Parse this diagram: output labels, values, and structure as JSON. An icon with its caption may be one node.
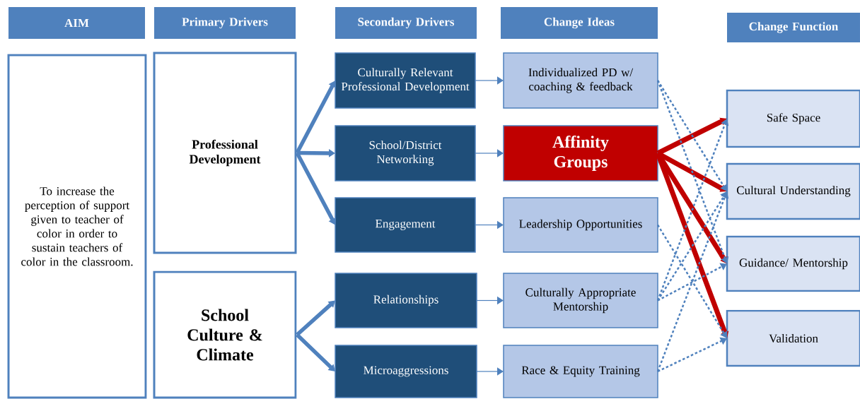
{
  "diagram": {
    "nodes": [
      {
        "text": [
          "AIM"
        ]
      },
      {
        "text": [
          "Primary Drivers"
        ]
      },
      {
        "text": [
          "Secondary Drivers"
        ]
      },
      {
        "text": [
          "Change Ideas"
        ]
      },
      {
        "text": [
          "Change Function"
        ]
      },
      {
        "text": [
          "To increase the perception of support given to teacher of color in order to sustain teachers of color in the classroom."
        ]
      },
      {
        "text": [
          "Professional Development"
        ]
      },
      {
        "text": [
          "School Culture & Climate"
        ]
      },
      {
        "text": [
          "Culturally Relevant Professional Development"
        ]
      },
      {
        "text": [
          "School/District Networking"
        ]
      },
      {
        "text": [
          "Engagement"
        ]
      },
      {
        "text": [
          "Relationships"
        ]
      },
      {
        "text": [
          "Microaggressions"
        ]
      },
      {
        "text": [
          "Individualized PD w/ coaching & feedback"
        ]
      },
      {
        "text": [
          "Affinity Groups"
        ]
      },
      {
        "text": [
          "Leadership Opportunities"
        ]
      },
      {
        "text": [
          "Culturally Appropriate Mentorship"
        ]
      },
      {
        "text": [
          "Race & Equity Training"
        ]
      },
      {
        "text": [
          "Safe Space"
        ]
      },
      {
        "text": [
          "Cultural Understanding"
        ]
      },
      {
        "text": [
          "Guidance/ Mentorship"
        ]
      },
      {
        "text": [
          "Validation"
        ]
      }
    ],
    "edges": [
      {
        "from": 6,
        "to": 8,
        "arrow": "to",
        "style": "thick"
      },
      {
        "from": 6,
        "to": 9,
        "arrow": "to",
        "style": "thick"
      },
      {
        "from": 6,
        "to": 10,
        "arrow": "to",
        "style": "thick"
      },
      {
        "from": 7,
        "to": 11,
        "arrow": "to",
        "style": "thick"
      },
      {
        "from": 7,
        "to": 12,
        "arrow": "to",
        "style": "thick"
      },
      {
        "from": 8,
        "to": 13,
        "arrow": "to"
      },
      {
        "from": 9,
        "to": 14,
        "arrow": "to"
      },
      {
        "from": 10,
        "to": 15,
        "arrow": "to"
      },
      {
        "from": 11,
        "to": 16,
        "arrow": "to"
      },
      {
        "from": 12,
        "to": 17,
        "arrow": "to"
      },
      {
        "from": 14,
        "to": 18,
        "arrow": "to",
        "style": "thick",
        "color": "#c00000"
      },
      {
        "from": 14,
        "to": 19,
        "arrow": "to",
        "style": "thick",
        "color": "#c00000"
      },
      {
        "from": 14,
        "to": 20,
        "arrow": "to",
        "style": "thick",
        "color": "#c00000"
      },
      {
        "from": 14,
        "to": 21,
        "arrow": "to",
        "style": "thick",
        "color": "#c00000"
      },
      {
        "from": 13,
        "to": 19,
        "arrow": "to",
        "style": "dashed"
      },
      {
        "from": 13,
        "to": 20,
        "arrow": "to",
        "style": "dashed"
      },
      {
        "from": 15,
        "to": 21,
        "arrow": "to",
        "style": "dashed"
      },
      {
        "from": 16,
        "to": 18,
        "arrow": "to",
        "style": "dashed"
      },
      {
        "from": 16,
        "to": 19,
        "arrow": "to",
        "style": "dashed"
      },
      {
        "from": 16,
        "to": 20,
        "arrow": "to",
        "style": "dashed"
      },
      {
        "from": 17,
        "to": 21,
        "arrow": "to",
        "style": "dashed"
      },
      {
        "from": 17,
        "to": 19,
        "arrow": "to",
        "style": "dashed"
      }
    ]
  }
}
